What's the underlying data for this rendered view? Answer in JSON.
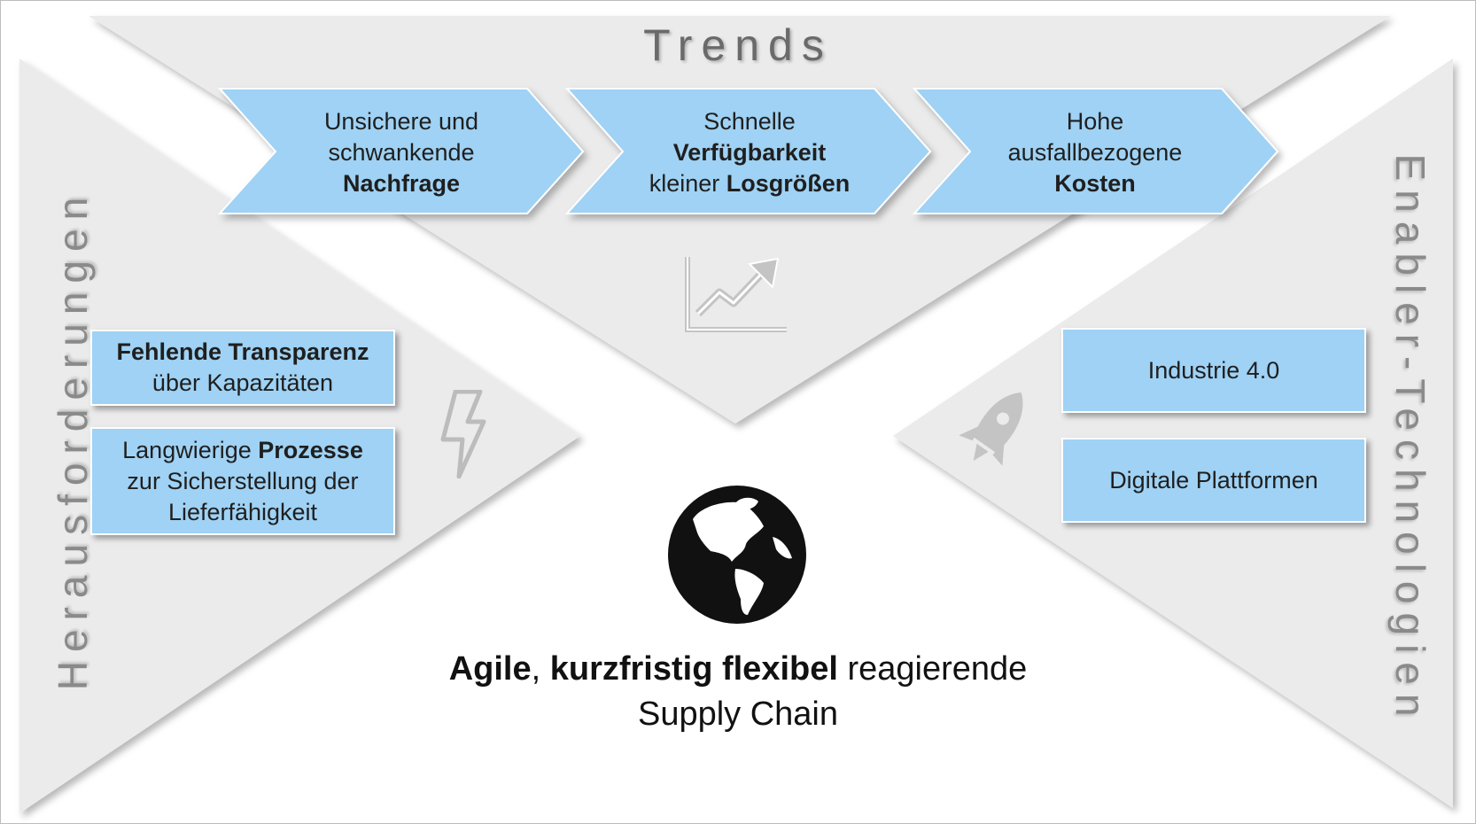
{
  "title": "Trends",
  "side_left": "Herausforderungen",
  "side_right": "Enabler-Technologien",
  "trends": [
    {
      "pre": "Unsichere und schwankende",
      "bold": "Nachfrage",
      "post": ""
    },
    {
      "pre": "Schnelle",
      "bold": "Verfügbarkeit",
      "post": "kleiner",
      "bold2": "Losgrößen"
    },
    {
      "pre": "Hohe ausfallbezogene",
      "bold": "Kosten",
      "post": ""
    }
  ],
  "challenges": [
    {
      "bold": "Fehlende Transparenz",
      "text": "über Kapazitäten"
    },
    {
      "pre": "Langwierige",
      "bold": "Prozesse",
      "text": "zur Sicherstellung der Lieferfähigkeit"
    }
  ],
  "enablers": [
    {
      "label": "Industrie 4.0"
    },
    {
      "label": "Digitale Plattformen"
    }
  ],
  "caption": {
    "bold1": "Agile",
    "sep": ",",
    "bold2": "kurzfristig flexibel",
    "rest": "reagierende",
    "line2": "Supply Chain"
  },
  "icons": {
    "trend": "trend-chart-icon",
    "challenge": "lightning-icon",
    "enabler": "rocket-icon",
    "center": "globe-icon"
  },
  "colors": {
    "chevron": "#9fd2f4",
    "triangle": "#ebebeb",
    "icon_gray": "#c4c4c4"
  }
}
